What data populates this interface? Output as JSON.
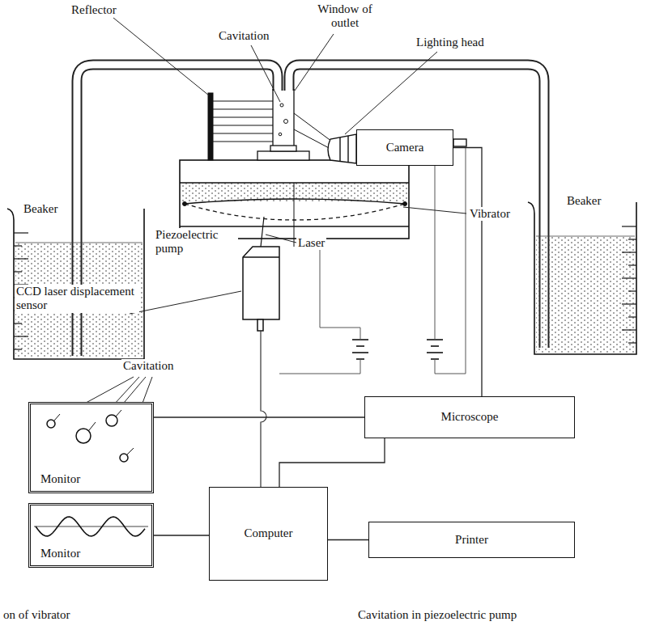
{
  "diagram": {
    "nodes": [
      {
        "text": [
          "Beaker"
        ]
      },
      {
        "text": [
          "Beaker"
        ]
      },
      {
        "text": [
          "Camera"
        ]
      },
      {
        "text": [
          "Monitor"
        ]
      },
      {
        "text": [
          "Monitor"
        ]
      },
      {
        "text": [
          "Microscope"
        ]
      },
      {
        "text": [
          "Computer"
        ]
      },
      {
        "text": [
          "Printer"
        ]
      }
    ],
    "edges": [
      {
        "from": 2,
        "to": 5,
        "arrow": "none"
      },
      {
        "from": 3,
        "to": 5,
        "arrow": "none"
      },
      {
        "from": 6,
        "to": 5,
        "arrow": "none"
      },
      {
        "from": 4,
        "to": 6,
        "arrow": "none"
      },
      {
        "from": 6,
        "to": 7,
        "arrow": "none"
      }
    ],
    "labels": [
      "Reflector",
      "Window of outlet",
      "Cavitation",
      "Lighting head",
      "Vibrator",
      "Piezoelectric pump",
      "Laser",
      "CCD laser displacement sensor",
      "Cavitation",
      "on of vibrator",
      "Cavitation in piezoelectric pump"
    ]
  }
}
